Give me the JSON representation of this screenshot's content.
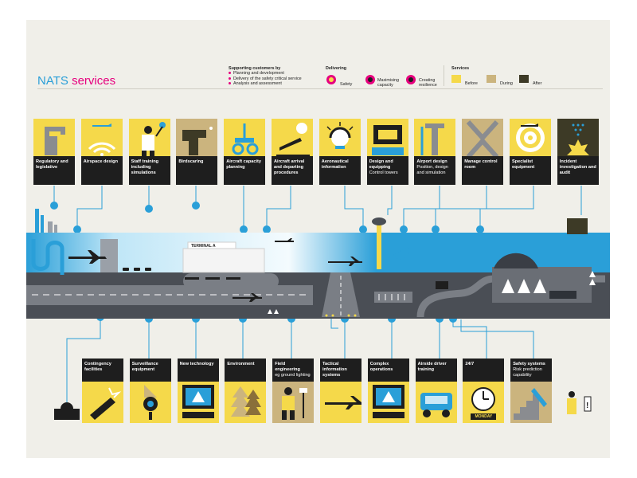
{
  "title": {
    "part1": "NATS",
    "part2": "services"
  },
  "supporting": {
    "heading": "Supporting customers by",
    "items": [
      "Planning and development",
      "Delivery of the safety critical service",
      "Analysis and assessment"
    ]
  },
  "delivering": {
    "heading": "Delivering",
    "items": [
      "Safety",
      "Maximising capacity",
      "Creating resilience"
    ]
  },
  "services_legend": {
    "heading": "Services",
    "items": [
      {
        "label": "Before",
        "color": "#f5d94a"
      },
      {
        "label": "During",
        "color": "#cbb47e"
      },
      {
        "label": "After",
        "color": "#3d3a26"
      }
    ]
  },
  "colors": {
    "accent_blue": "#2a9fd8",
    "accent_pink": "#e6007e",
    "yellow": "#f5d94a",
    "tan": "#cbb47e",
    "dark": "#1e1e1e",
    "sky": "#7fd0f2"
  },
  "terminal_sign": "TERMINAL A",
  "top_cards": [
    {
      "title": "Regulatory and legislative",
      "sub": "",
      "icon": "regulation-hand-icon"
    },
    {
      "title": "Airspace design",
      "sub": "",
      "icon": "airspace-signal-icon"
    },
    {
      "title": "Staff training including simulations",
      "sub": "",
      "icon": "trainer-icon"
    },
    {
      "title": "Birdscaring",
      "sub": "",
      "icon": "birdscaring-gun-icon"
    },
    {
      "title": "Aircraft capacity planning",
      "sub": "",
      "icon": "capacity-plane-icon"
    },
    {
      "title": "Aircraft arrival and departing procedures",
      "sub": "",
      "icon": "departing-plane-icon"
    },
    {
      "title": "Aeronautical information",
      "sub": "",
      "icon": "headset-icon"
    },
    {
      "title": "Design and equipping",
      "sub": "Control towers",
      "icon": "control-desk-icon"
    },
    {
      "title": "Airport design",
      "sub": "Position, design and simulation",
      "icon": "airport-design-icon"
    },
    {
      "title": "Manage control room",
      "sub": "",
      "icon": "control-room-icon"
    },
    {
      "title": "Specialist equipment",
      "sub": "",
      "icon": "radar-target-icon"
    },
    {
      "title": "Incident investigation and audit",
      "sub": "",
      "icon": "incident-explosion-icon"
    }
  ],
  "bottom_cards": [
    {
      "title": "Contingency facilities",
      "sub": "",
      "icon": "telescope-icon"
    },
    {
      "title": "Surveillance equipment",
      "sub": "",
      "icon": "surveillance-camera-icon"
    },
    {
      "title": "New technology",
      "sub": "",
      "icon": "new-technology-screen-icon"
    },
    {
      "title": "Environment",
      "sub": "",
      "icon": "trees-icon"
    },
    {
      "title": "Field engineering",
      "sub": "eg ground lighting",
      "icon": "field-engineer-icon"
    },
    {
      "title": "Tactical information systems",
      "sub": "",
      "icon": "tactical-plane-icon"
    },
    {
      "title": "Complex operations",
      "sub": "",
      "icon": "complex-operations-screen-icon"
    },
    {
      "title": "Airside driver training",
      "sub": "",
      "icon": "airside-vehicle-icon"
    },
    {
      "title": "24/7",
      "sub": "",
      "icon": "clock-icon",
      "day": "MONDAY"
    },
    {
      "title": "Safety systems",
      "sub": "Risk prediction capability",
      "icon": "safety-stairs-icon"
    }
  ]
}
